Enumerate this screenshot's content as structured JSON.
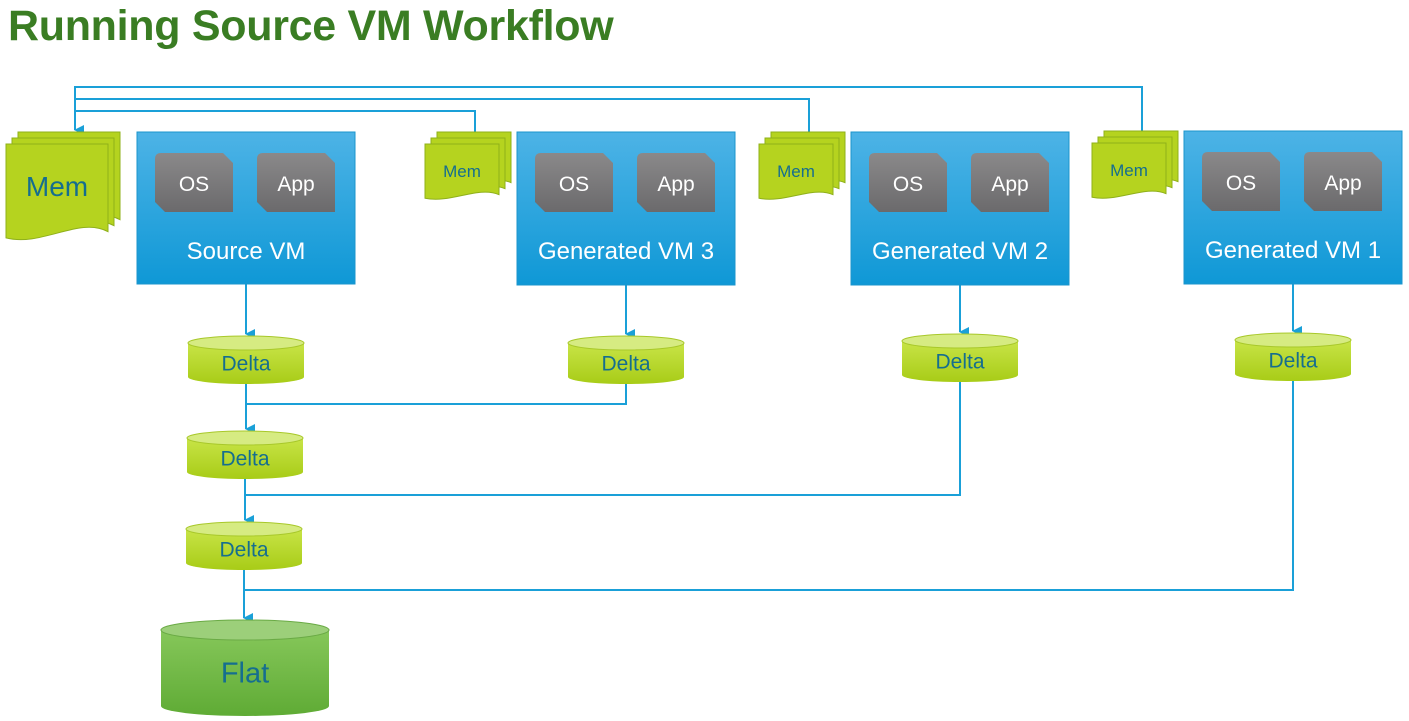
{
  "title": "Running Source VM Workflow",
  "colors": {
    "title": "#3a7d23",
    "vm_box": "#1ea3dc",
    "chip": "#727273",
    "mem": "#b5d31f",
    "delta": "#b8d827",
    "flat": "#72b843",
    "connector": "#1aa0d8",
    "storage_text": "#156e8f"
  },
  "vms": [
    {
      "id": "source",
      "label": "Source VM",
      "chips": [
        "OS",
        "App"
      ],
      "mem_label": "Mem",
      "delta_label": "Delta"
    },
    {
      "id": "gen3",
      "label": "Generated VM 3",
      "chips": [
        "OS",
        "App"
      ],
      "mem_label": "Mem",
      "delta_label": "Delta"
    },
    {
      "id": "gen2",
      "label": "Generated VM 2",
      "chips": [
        "OS",
        "App"
      ],
      "mem_label": "Mem",
      "delta_label": "Delta"
    },
    {
      "id": "gen1",
      "label": "Generated VM 1",
      "chips": [
        "OS",
        "App"
      ],
      "mem_label": "Mem",
      "delta_label": "Delta"
    }
  ],
  "chain": {
    "deltas": [
      "Delta",
      "Delta"
    ],
    "base": "Flat"
  },
  "edges": [
    {
      "from": "gen1.mem",
      "to": "source.mem"
    },
    {
      "from": "gen2.mem",
      "to": "source.mem"
    },
    {
      "from": "gen3.mem",
      "to": "source.mem"
    },
    {
      "from": "source",
      "to": "source.delta"
    },
    {
      "from": "gen3",
      "to": "gen3.delta"
    },
    {
      "from": "gen2",
      "to": "gen2.delta"
    },
    {
      "from": "gen1",
      "to": "gen1.delta"
    },
    {
      "from": "source.delta",
      "to": "chain.delta.0"
    },
    {
      "from": "gen3.delta",
      "to": "chain.delta.0"
    },
    {
      "from": "chain.delta.0",
      "to": "chain.delta.1"
    },
    {
      "from": "gen2.delta",
      "to": "chain.delta.1"
    },
    {
      "from": "chain.delta.1",
      "to": "flat"
    },
    {
      "from": "gen1.delta",
      "to": "flat"
    }
  ]
}
